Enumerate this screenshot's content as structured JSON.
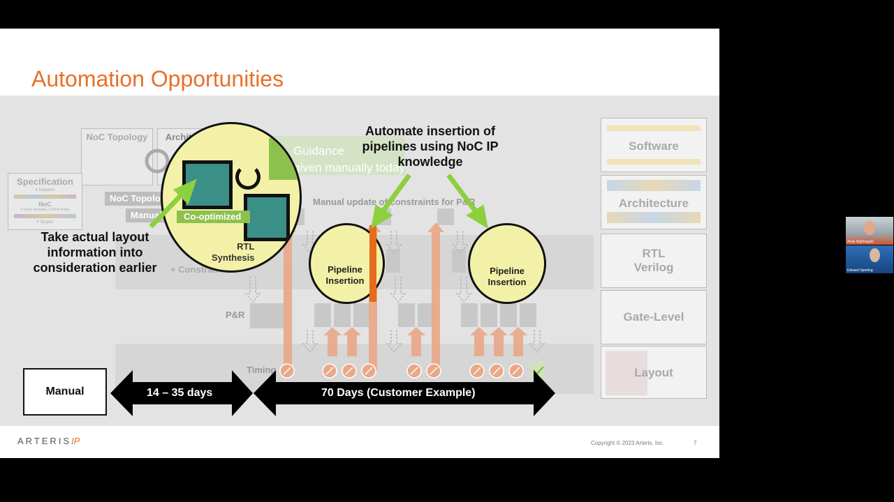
{
  "slide": {
    "title": "Automation Opportunities",
    "flow": {
      "noc_topology_box": "NoC Topology",
      "architecture_box": "Architecture",
      "specification_box": "Specification",
      "spec_details": [
        "# Initiators",
        "NoC",
        "# Clock Domains, Critical Paths",
        "# Targets"
      ],
      "noc_topology_label": "NoC Topology",
      "manual_label": "Manually",
      "guidance_text": "Guidance",
      "given_text": "given manually today",
      "manual_update_text": "Manual update of constraints for P&R",
      "rtl_synthesis": [
        "RTL",
        "Synthesis"
      ],
      "constraints": "+ Constraints",
      "pr_label": "P&R",
      "timing_label": "Timing"
    },
    "big_circle": {
      "label": "Co-optimized"
    },
    "pipeline_circles": [
      {
        "label": [
          "Pipeline",
          "Insertion"
        ]
      },
      {
        "label": [
          "Pipeline",
          "Insertion"
        ]
      }
    ],
    "callouts": {
      "automate": [
        "Automate insertion of",
        "pipelines using NoC IP",
        "knowledge"
      ],
      "layout": [
        "Take actual layout",
        "information into",
        "consideration earlier"
      ]
    },
    "timeline": {
      "manual": "Manual",
      "first": "14 – 35 days",
      "second": "70 Days (Customer Example)"
    },
    "right_column": [
      "Software",
      "Architecture",
      "RTL\nVerilog",
      "Gate-Level",
      "Layout"
    ],
    "footer": {
      "logo_text": "ARTERIS",
      "logo_ip": "IP",
      "copyright": "Copyright © 2023 Arteris, Inc.",
      "page_number": "7"
    }
  },
  "participants": [
    {
      "name": "Andy Nightingale"
    },
    {
      "name": "Edward Sperling"
    }
  ],
  "colors": {
    "accent": "#e8702a",
    "highlight": "#f3f1a8",
    "green_arrow": "#8ccf3f",
    "orange_bar": "#e46c1a"
  }
}
